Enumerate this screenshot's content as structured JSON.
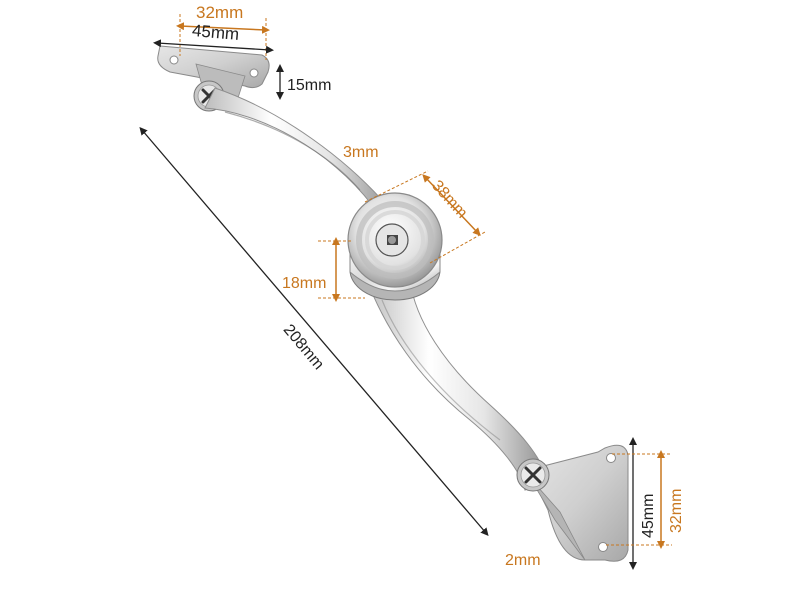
{
  "product": {
    "name": "lift-support hinge"
  },
  "colors": {
    "orange": "#c8771f",
    "dark": "#222222",
    "metal_light": "#f2f2f2",
    "metal_mid": "#c9c9c9",
    "metal_dark": "#8d8d8d"
  },
  "dimensions": {
    "top_bracket_inner": "32mm",
    "top_bracket_outer": "45mm",
    "top_bracket_height": "15mm",
    "arm_thickness": "3mm",
    "hub_diameter": "38mm",
    "hub_height": "18mm",
    "overall_length": "208mm",
    "bottom_bracket_outer": "45mm",
    "bottom_bracket_inner": "32mm",
    "bottom_plate_thickness": "2mm"
  }
}
